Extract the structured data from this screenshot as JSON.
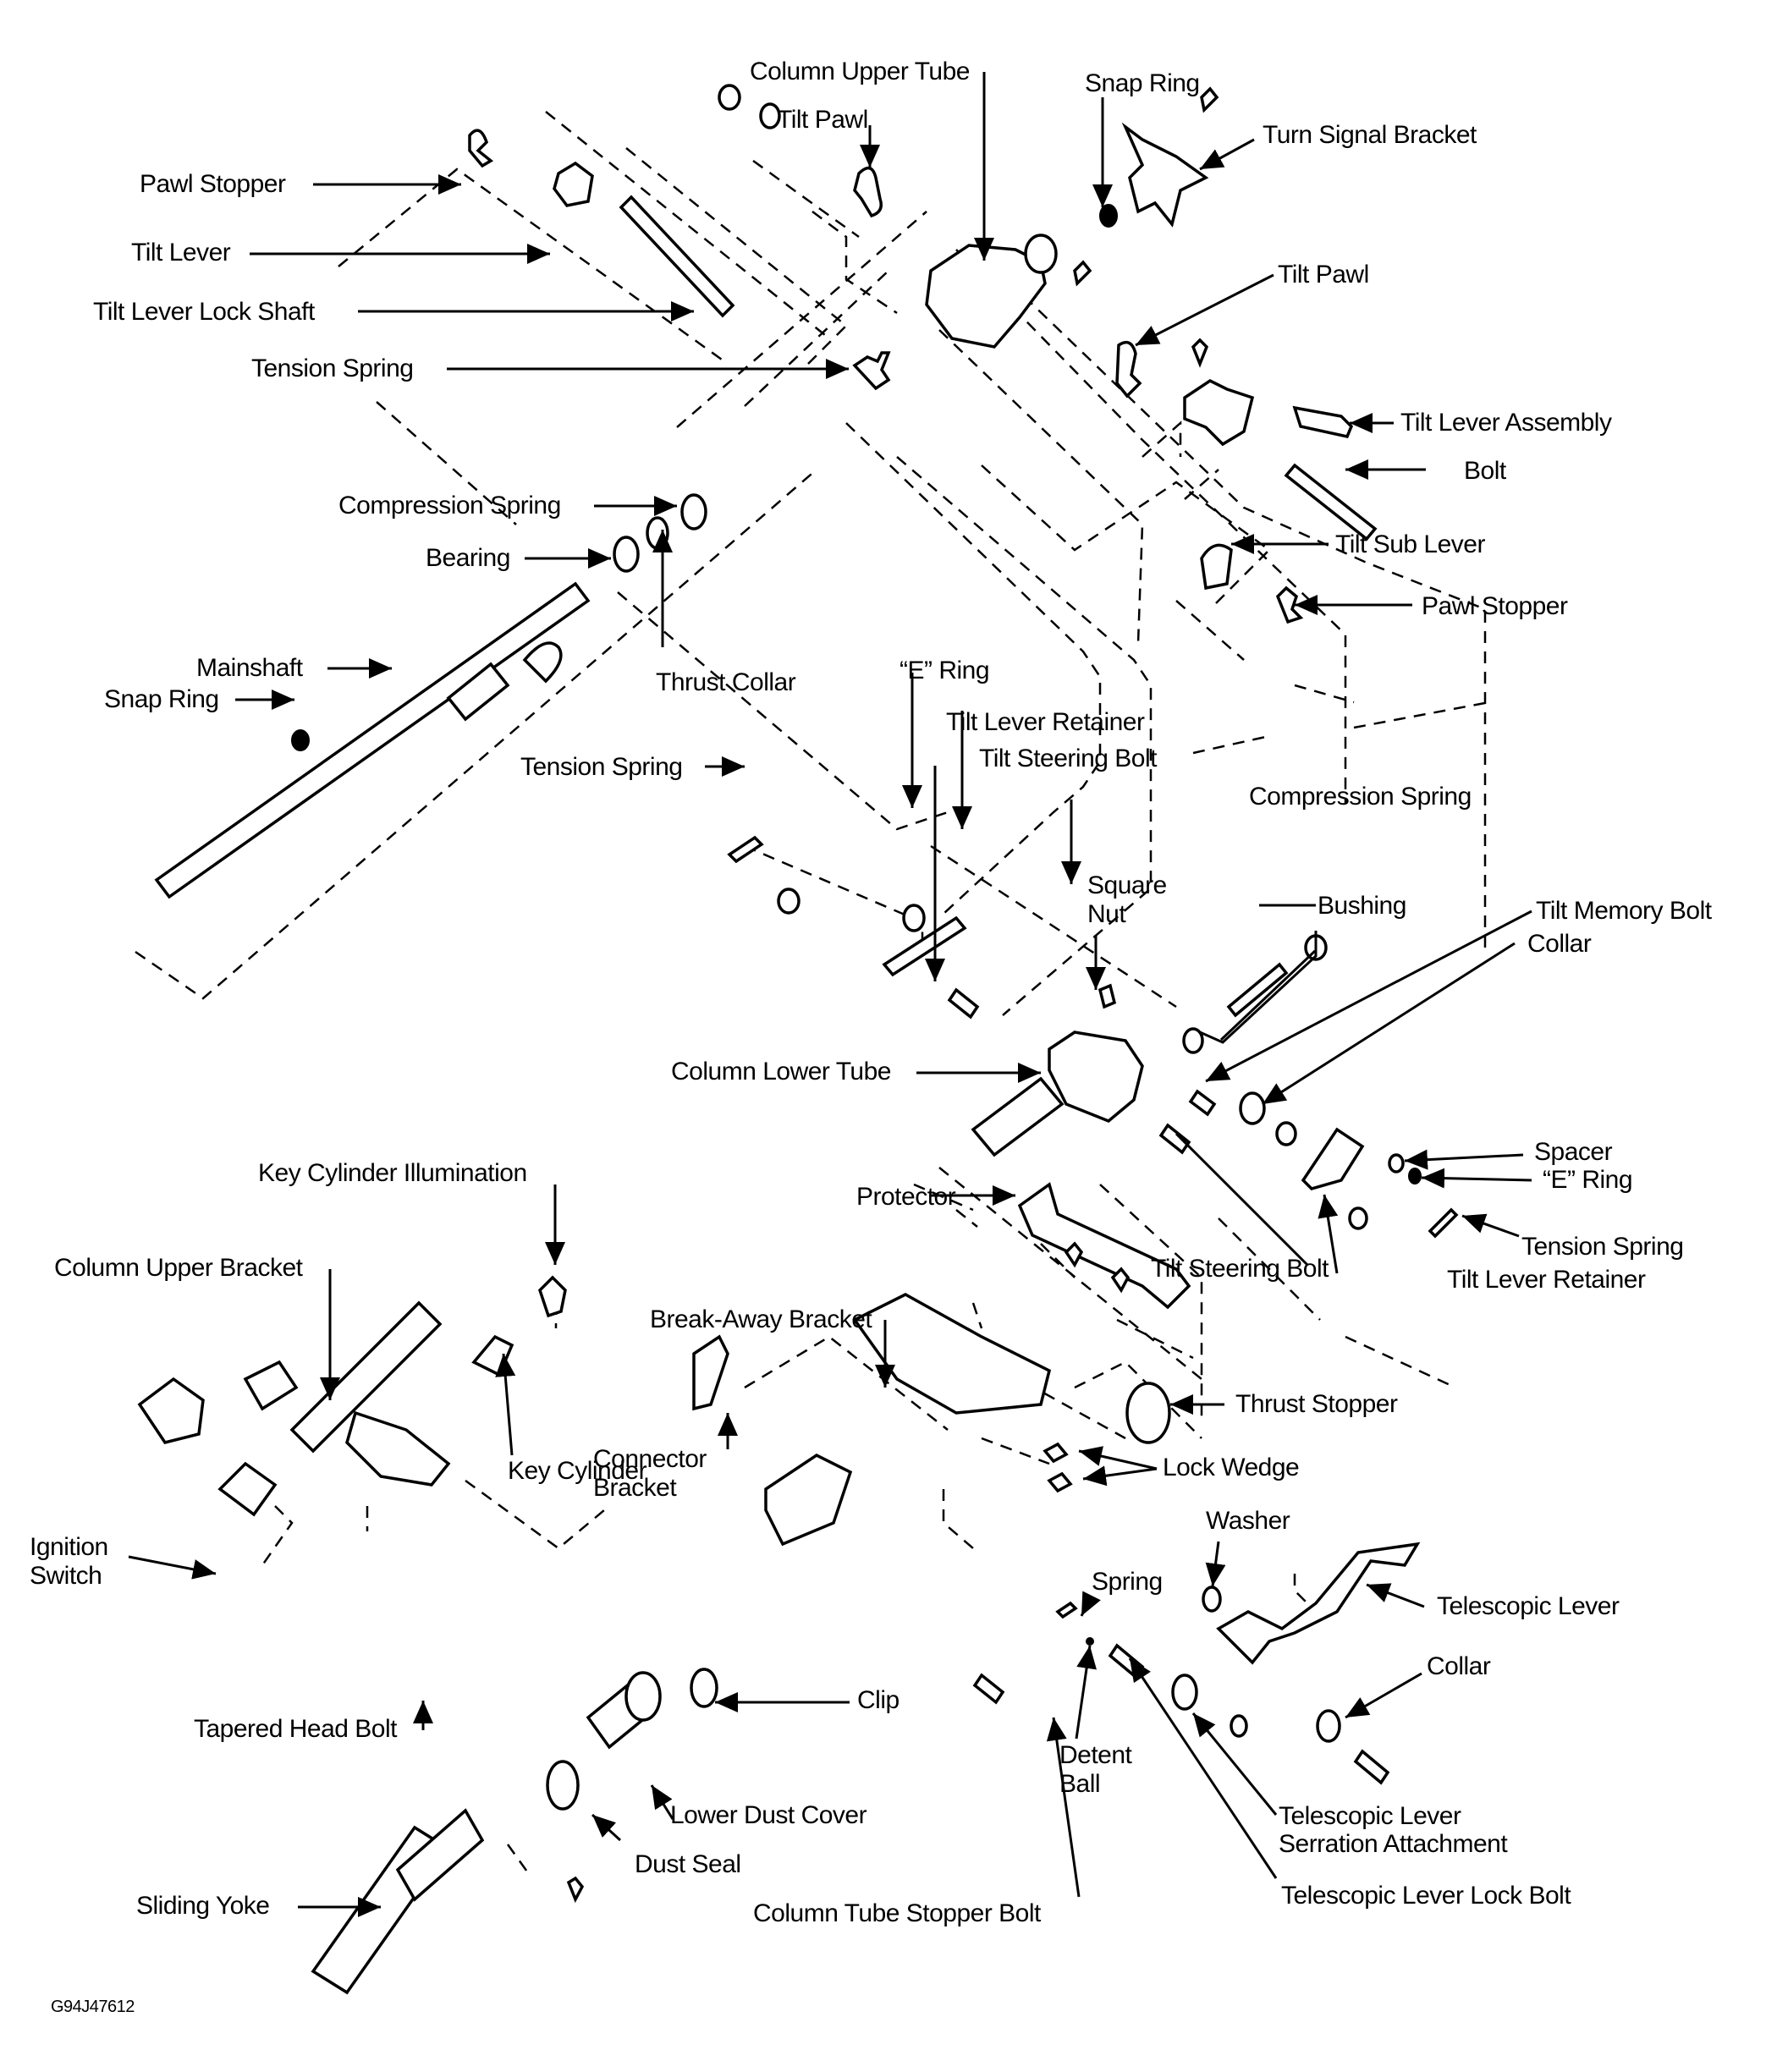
{
  "diagram": {
    "title": "Tilt & Telescopic Steering Column - Exploded View",
    "figure_code": "G94J47612",
    "labels": {
      "column_upper_tube": "Column Upper Tube",
      "tilt_pawl_top": "Tilt Pawl",
      "snap_ring_top": "Snap Ring",
      "turn_signal_bracket": "Turn Signal Bracket",
      "pawl_stopper_left": "Pawl Stopper",
      "tilt_lever": "Tilt Lever",
      "tilt_lever_lock_shaft": "Tilt Lever Lock Shaft",
      "tension_spring_top": "Tension Spring",
      "tilt_pawl_right": "Tilt Pawl",
      "tilt_lever_assembly": "Tilt Lever Assembly",
      "bolt": "Bolt",
      "compression_spring_left": "Compression Spring",
      "bearing": "Bearing",
      "tilt_sub_lever": "Tilt Sub Lever",
      "pawl_stopper_right": "Pawl Stopper",
      "mainshaft": "Mainshaft",
      "thrust_collar": "Thrust Collar",
      "snap_ring_left": "Snap Ring",
      "e_ring_mid": "“E” Ring",
      "tilt_lever_retainer_mid": "Tilt Lever Retainer",
      "tilt_steering_bolt_mid": "Tilt Steering Bolt",
      "tension_spring_mid": "Tension Spring",
      "compression_spring_right": "Compression Spring",
      "square_nut_1": "Square",
      "square_nut_2": "Nut",
      "bushing": "Bushing",
      "tilt_memory_bolt": "Tilt Memory Bolt",
      "column_lower_tube": "Column Lower Tube",
      "collar_mid": "Collar",
      "spacer": "Spacer",
      "e_ring_right": "“E” Ring",
      "protector": "Protector",
      "tension_spring_right": "Tension Spring",
      "key_cylinder_illumination": "Key Cylinder Illumination",
      "tilt_steering_bolt_lower": "Tilt Steering Bolt",
      "tilt_lever_retainer_lower": "Tilt Lever Retainer",
      "column_upper_bracket": "Column Upper Bracket",
      "break_away_bracket": "Break-Away Bracket",
      "thrust_stopper": "Thrust Stopper",
      "lock_wedge": "Lock Wedge",
      "key_cylinder": "Key Cylinder",
      "washer": "Washer",
      "connector_bracket_1": "Connector",
      "connector_bracket_2": "Bracket",
      "ignition_switch_1": "Ignition",
      "ignition_switch_2": "Switch",
      "spring": "Spring",
      "telescopic_lever": "Telescopic Lever",
      "collar_lower": "Collar",
      "clip": "Clip",
      "tapered_head_bolt": "Tapered Head Bolt",
      "detent_ball_1": "Detent",
      "detent_ball_2": "Ball",
      "lower_dust_cover": "Lower Dust Cover",
      "telescopic_lever_serration_1": "Telescopic Lever",
      "telescopic_lever_serration_2": "Serration Attachment",
      "dust_seal": "Dust Seal",
      "telescopic_lever_lock_bolt": "Telescopic Lever Lock Bolt",
      "sliding_yoke": "Sliding Yoke",
      "column_tube_stopper_bolt": "Column Tube Stopper Bolt"
    }
  }
}
